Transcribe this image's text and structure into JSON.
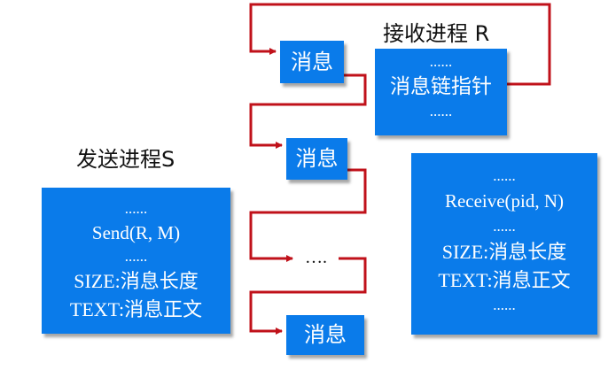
{
  "receiver": {
    "title": "接收进程 R",
    "lines": [
      "......",
      "消息链指针",
      "......"
    ]
  },
  "sender": {
    "title": "发送进程S",
    "lines": [
      "......",
      "Send(R,  M)",
      "......",
      "SIZE:消息长度",
      "TEXT:消息正文"
    ]
  },
  "receive_box": {
    "lines": [
      "......",
      "Receive(pid,  N)",
      "......",
      "SIZE:消息长度",
      "TEXT:消息正文",
      "......"
    ]
  },
  "queue": {
    "msg1": "消息",
    "msg2": "消息",
    "ellipsis": "….",
    "msg3": "消息"
  },
  "colors": {
    "box_fill": "#0a7bea",
    "connector": "#c0111a"
  }
}
